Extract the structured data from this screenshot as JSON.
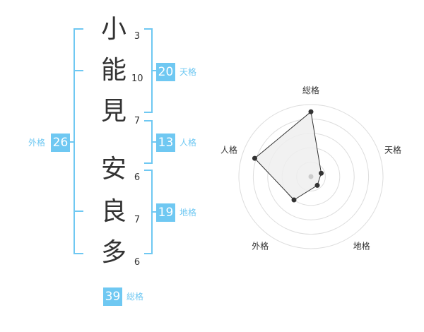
{
  "name": {
    "chars": [
      {
        "char": "小",
        "strokes": "3"
      },
      {
        "char": "能",
        "strokes": "10"
      },
      {
        "char": "見",
        "strokes": "7"
      },
      {
        "char": "安",
        "strokes": "6"
      },
      {
        "char": "良",
        "strokes": "7"
      },
      {
        "char": "多",
        "strokes": "6"
      }
    ]
  },
  "kakusu": {
    "tenkaku": {
      "value": "20",
      "label": "天格"
    },
    "jinkaku": {
      "value": "13",
      "label": "人格"
    },
    "chikaku": {
      "value": "19",
      "label": "地格"
    },
    "gaikaku": {
      "value": "26",
      "label": "外格"
    },
    "soukaku": {
      "value": "39",
      "label": "総格"
    }
  },
  "chart_data": {
    "type": "radar",
    "axes": [
      "総格",
      "天格",
      "地格",
      "外格",
      "人格"
    ],
    "values": [
      0.9,
      0.15,
      0.15,
      0.4,
      0.82
    ],
    "rings": 5,
    "range": [
      0,
      1
    ],
    "colors": {
      "fill": "#efefef",
      "stroke": "#333333",
      "grid": "#dddddd",
      "accent": "#6fc8f2"
    }
  }
}
